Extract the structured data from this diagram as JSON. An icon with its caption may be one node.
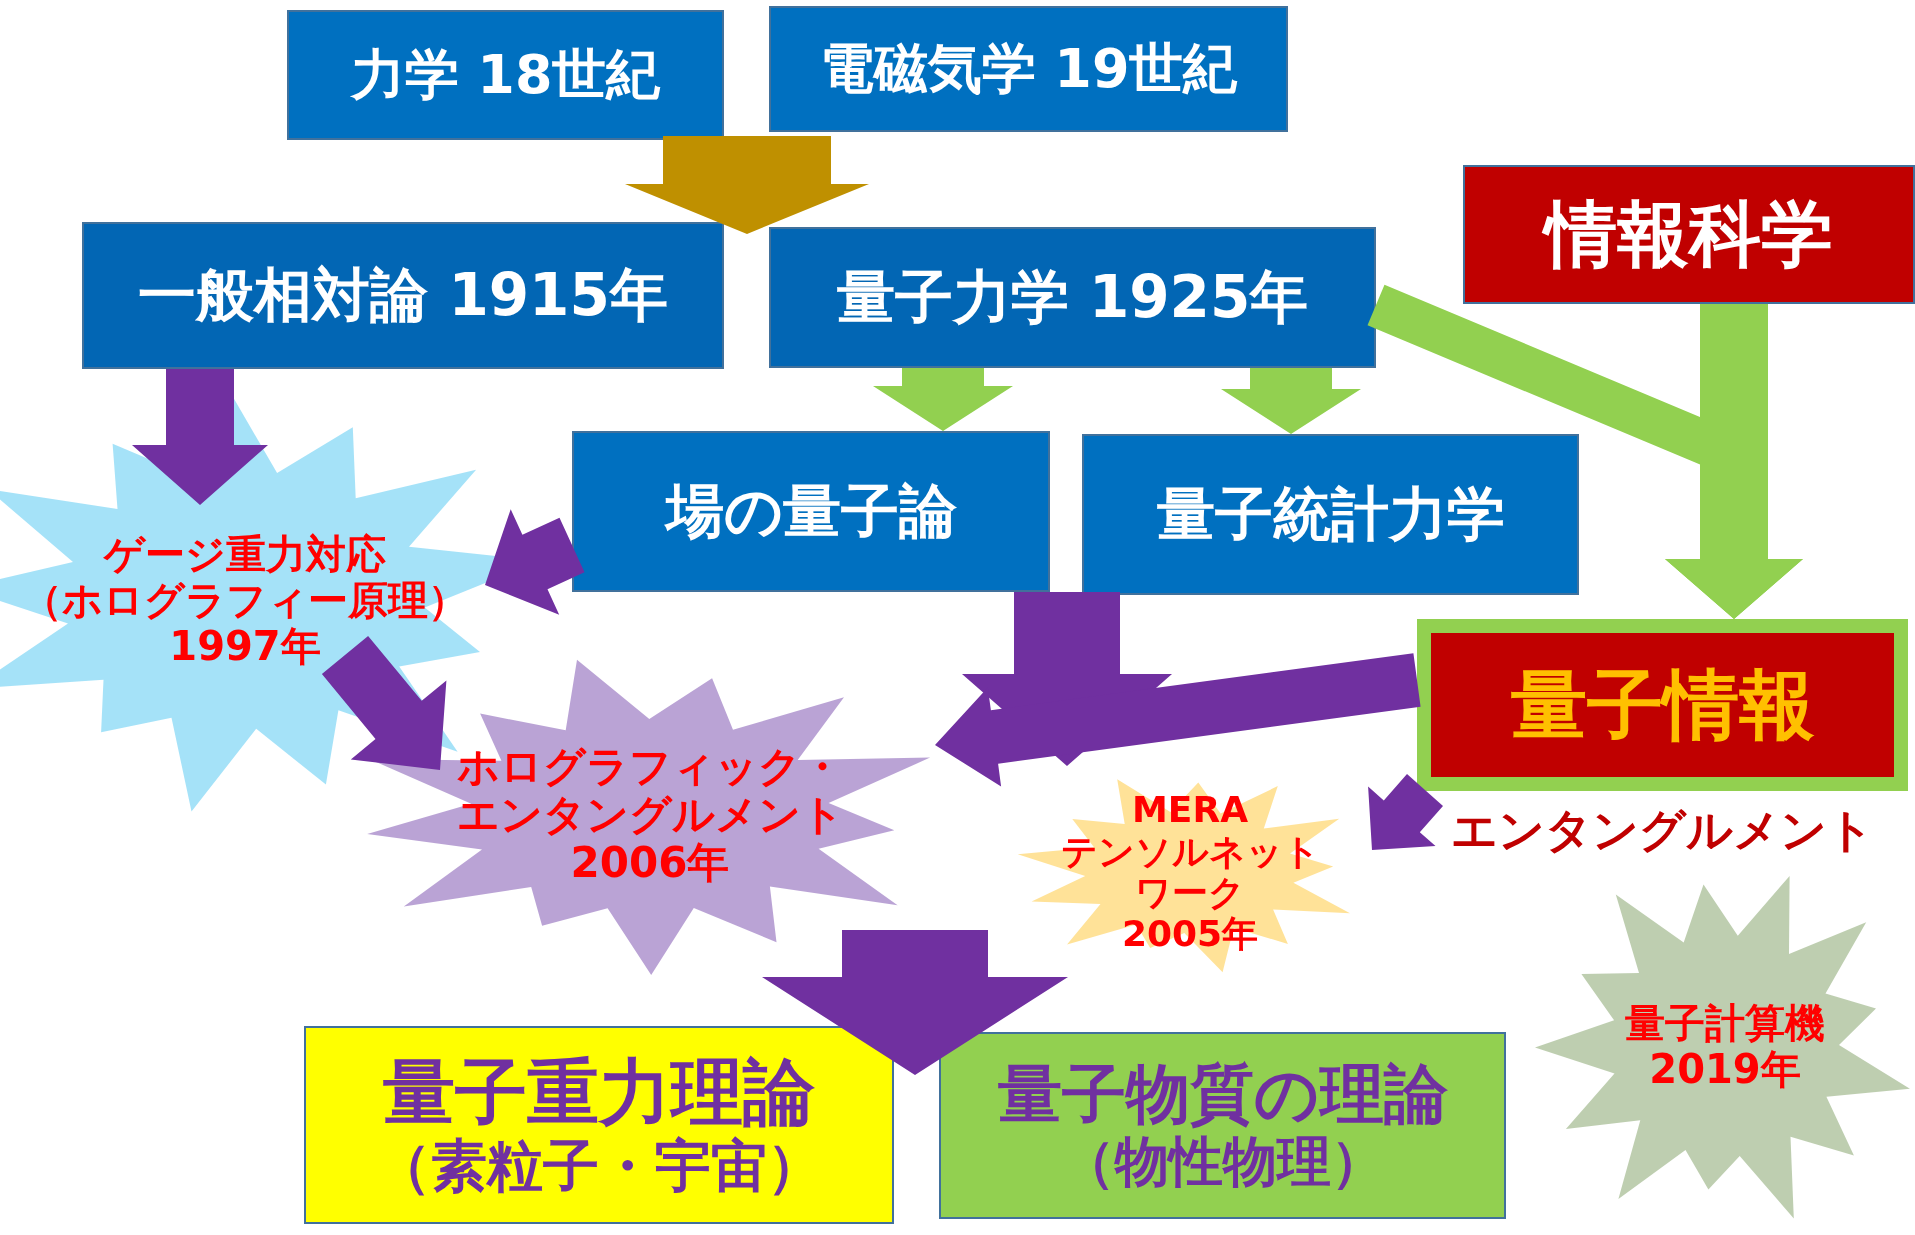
{
  "diagram": {
    "nodes": [
      {
        "text": [
          "力学 18世紀"
        ]
      },
      {
        "text": [
          "電磁気学 19世紀"
        ]
      },
      {
        "text": [
          "一般相対論 1915年"
        ]
      },
      {
        "text": [
          "量子力学 1925年"
        ]
      },
      {
        "text": [
          "情報科学"
        ]
      },
      {
        "text": [
          "場の量子論"
        ]
      },
      {
        "text": [
          "量子統計力学"
        ]
      },
      {
        "text": [
          "ゲージ重力対応",
          "（ホログラフィー原理）",
          "1997年"
        ]
      },
      {
        "text": [
          "ホログラフィック・エンタングルメント",
          "2006年"
        ]
      },
      {
        "text": [
          "MERA",
          "テンソルネットワーク",
          "2005年"
        ]
      },
      {
        "text": [
          "量子情報"
        ],
        "beside": [
          "エンタングルメント"
        ]
      },
      {
        "text": [
          "量子計算機",
          "2019年"
        ]
      },
      {
        "text": [
          "量子重力理論",
          "（素粒子・宇宙）"
        ]
      },
      {
        "text": [
          "量子物質の理論",
          "（物性物理）"
        ]
      }
    ],
    "edges": [
      {
        "from": 0,
        "to": 2,
        "arrow": "to",
        "color": "#bf9000"
      },
      {
        "from": 0,
        "to": 3,
        "arrow": "to",
        "color": "#bf9000"
      },
      {
        "from": 1,
        "to": 2,
        "arrow": "to",
        "color": "#bf9000"
      },
      {
        "from": 1,
        "to": 3,
        "arrow": "to",
        "color": "#bf9000"
      },
      {
        "from": 2,
        "to": 7,
        "arrow": "to"
      },
      {
        "from": 3,
        "to": 5,
        "arrow": "to",
        "color": "#92d050"
      },
      {
        "from": 3,
        "to": 6,
        "arrow": "to",
        "color": "#92d050"
      },
      {
        "from": 3,
        "to": 10,
        "arrow": "to",
        "color": "#92d050"
      },
      {
        "from": 4,
        "to": 10,
        "arrow": "to",
        "color": "#92d050"
      },
      {
        "from": 5,
        "to": 7,
        "arrow": "to"
      },
      {
        "from": 5,
        "to": 9,
        "arrow": "to"
      },
      {
        "from": 6,
        "to": 9,
        "arrow": "to"
      },
      {
        "from": 7,
        "to": 8,
        "arrow": "to"
      },
      {
        "from": 10,
        "to": 8,
        "arrow": "to"
      },
      {
        "from": 10,
        "to": 9,
        "arrow": "to"
      },
      {
        "from": 8,
        "to": 12,
        "arrow": "to"
      },
      {
        "from": 8,
        "to": 13,
        "arrow": "to"
      },
      {
        "from": 9,
        "to": 12,
        "arrow": "to"
      },
      {
        "from": 9,
        "to": 13,
        "arrow": "to"
      }
    ]
  }
}
